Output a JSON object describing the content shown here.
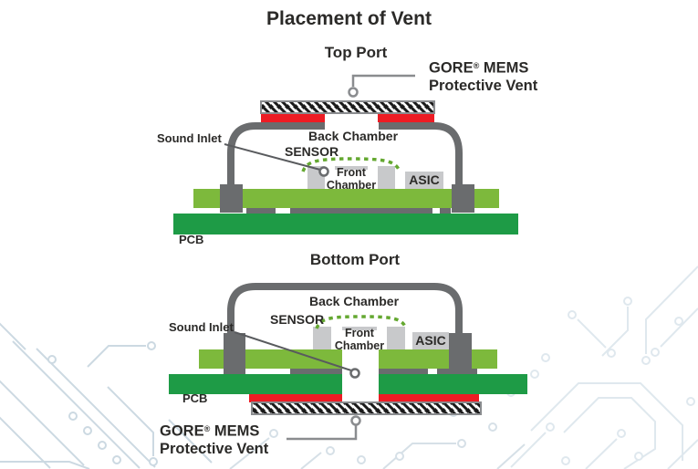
{
  "title": "Placement of Vent",
  "top": {
    "title": "Top Port",
    "gore": {
      "brand": "GORE",
      "reg": "®",
      "rest": " MEMS",
      "line2": "Protective Vent"
    },
    "sound_inlet": "Sound Inlet",
    "back_chamber": "Back Chamber",
    "sensor": "SENSOR",
    "front_line1": "Front",
    "front_line2": "Chamber",
    "asic": "ASIC",
    "pcb": "PCB"
  },
  "bottom": {
    "title": "Bottom Port",
    "gore": {
      "brand": "GORE",
      "reg": "®",
      "rest": " MEMS",
      "line2": "Protective Vent"
    },
    "sound_inlet": "Sound Inlet",
    "back_chamber": "Back Chamber",
    "sensor": "SENSOR",
    "front_line1": "Front",
    "front_line2": "Chamber",
    "asic": "ASIC",
    "pcb": "PCB"
  },
  "colors": {
    "pcb_dark_green": "#1e9b46",
    "substrate_light_green": "#7db93c",
    "lid_gray": "#6a6c6e",
    "component_gray": "#c8c9cb",
    "adhesive_red": "#ed1c24",
    "membrane_dot_green": "#64a830",
    "vent_hatch_black": "#1a1a1a",
    "circuit_trace_blue": "#ccd9e2",
    "text_dark": "#2b2a28"
  }
}
